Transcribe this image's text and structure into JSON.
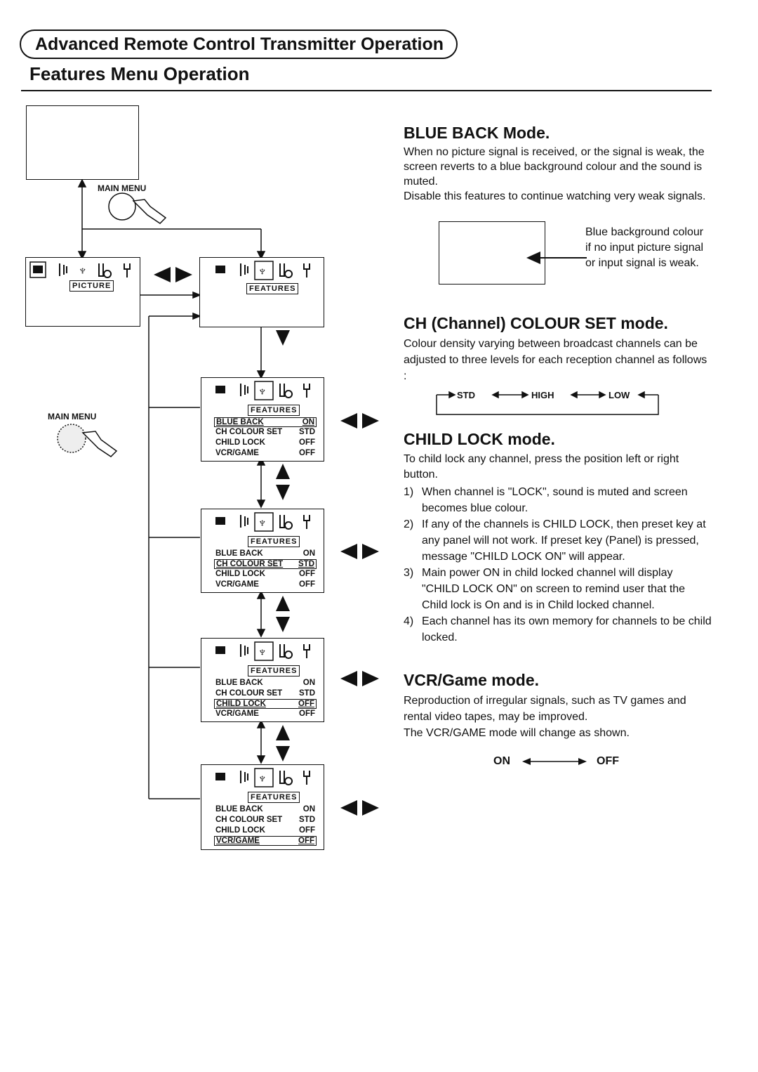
{
  "header": {
    "section_title": "Advanced Remote Control Transmitter Operation",
    "page_title": "Features Menu Operation"
  },
  "diagram": {
    "main_menu_label_1": "MAIN MENU",
    "main_menu_label_2": "MAIN MENU",
    "picture_label": "PICTURE",
    "features_label": "FEATURES",
    "menu_items": [
      {
        "name": "BLUE BACK",
        "value": "ON"
      },
      {
        "name": "CH COLOUR SET",
        "value": "STD"
      },
      {
        "name": "CHILD LOCK",
        "value": "OFF"
      },
      {
        "name": "VCR/GAME",
        "value": "OFF"
      }
    ]
  },
  "blue_back": {
    "title": "BLUE BACK Mode.",
    "para1": "When no picture signal is received, or the signal is weak, the screen reverts to a blue background colour and the sound is muted.",
    "para2": "Disable this features to continue watching very weak signals.",
    "callout": "Blue background colour if no input picture signal or input signal is weak."
  },
  "colour_set": {
    "title": "CH (Channel) COLOUR SET mode.",
    "para": "Colour density varying between broadcast channels can be adjusted to three levels for each reception channel as follows :",
    "cycle": [
      "STD",
      "HIGH",
      "LOW"
    ]
  },
  "child_lock": {
    "title": "CHILD LOCK mode.",
    "para": "To child lock any channel, press the position left or right button.",
    "items": [
      {
        "num": "1)",
        "text": "When channel is \"LOCK\", sound is muted and screen becomes blue colour."
      },
      {
        "num": "2)",
        "text": "If any of the channels is CHILD LOCK, then preset key at any panel will not work. If preset key (Panel) is pressed, message \"CHILD LOCK ON\" will appear."
      },
      {
        "num": "3)",
        "text": "Main power ON in child locked channel will display \"CHILD LOCK ON\" on screen to remind user that the Child lock is On and is in Child locked channel."
      },
      {
        "num": "4)",
        "text": "Each channel has its own memory for channels to be child locked."
      }
    ]
  },
  "vcr_game": {
    "title": "VCR/Game mode.",
    "para1": "Reproduction of irregular signals, such as TV games and rental video tapes, may be improved.",
    "para2": "The VCR/GAME mode will change as shown.",
    "toggle": [
      "ON",
      "OFF"
    ]
  }
}
